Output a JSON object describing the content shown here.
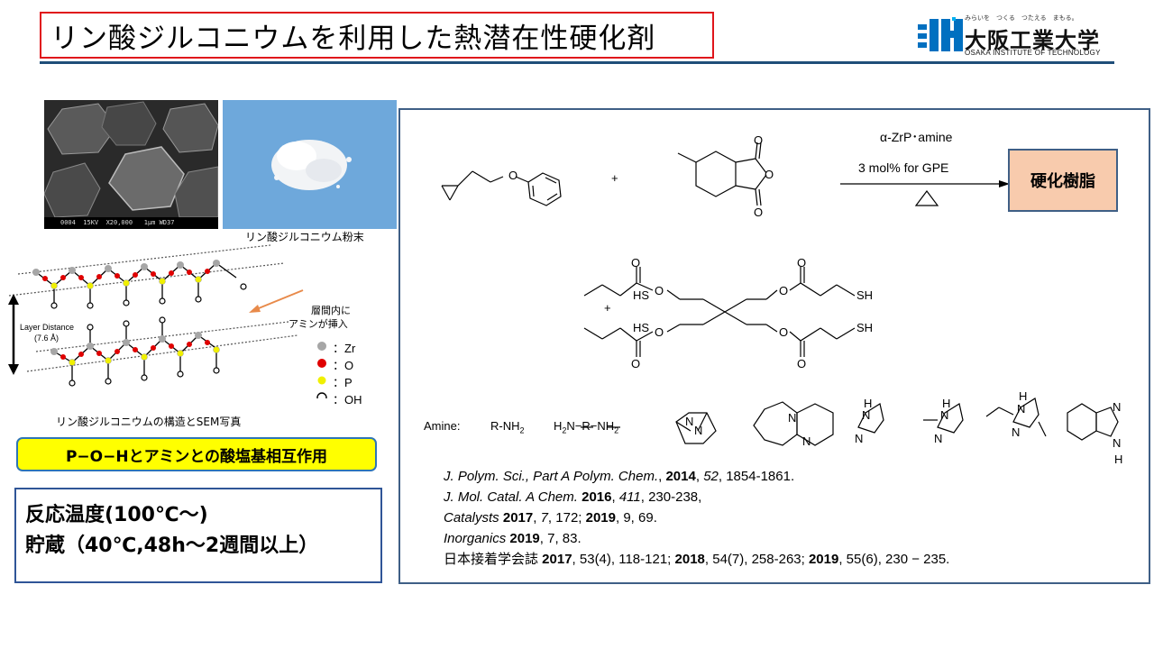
{
  "title": "リン酸ジルコニウムを利用した熱潜在性硬化剤",
  "logo": {
    "tagline": "みらいを　つくる　つたえる　まもる。",
    "name": "大阪工業大学",
    "name_en": "OSAKA INSTITUTE OF TECHNOLOGY"
  },
  "sem_photo": {
    "info_bar": "0004  15KV  X20,000   1μm WD37"
  },
  "powder_caption": "リン酸ジルコニウム粉末",
  "structure": {
    "layer_label": "Layer Distance",
    "layer_value": "(7.6 Å)",
    "arrow_label_1": "層間内に",
    "arrow_label_2": "アミンが挿入",
    "legend": [
      {
        "symbol": "gray-dot-icon",
        "color": "#9e9e9e",
        "label": "：Zr"
      },
      {
        "symbol": "red-dot-icon",
        "color": "#e00000",
        "label": "：O"
      },
      {
        "symbol": "yellow-dot-icon",
        "color": "#e8e800",
        "label": "：P"
      },
      {
        "symbol": "open-circle-icon",
        "color": "#ffffff",
        "label": "：OH"
      }
    ],
    "caption": "リン酸ジルコニウムの構造とSEM写真"
  },
  "highlight": "P−O−Hとアミンとの酸塩基相互作用",
  "conditions": {
    "line1": "反応温度(100℃～)",
    "line2": "貯蔵（40℃,48h～2週間以上）"
  },
  "reaction": {
    "plus": "+",
    "catalyst": "α-ZrP･amine",
    "amount": "3 mol% for GPE",
    "product": "硬化樹脂",
    "epoxide_O": "O",
    "anhydride_O": "O",
    "thiol_SH": "SH",
    "thiol_HS": "HS",
    "thiol_O": "O",
    "amine_label": "Amine:",
    "amine_1": "R-NH",
    "amine_2": "H",
    "amine_2b": "N−R−NH",
    "sub_2": "2",
    "atom_N": "N",
    "atom_H": "H"
  },
  "references": [
    {
      "parts": [
        {
          "t": "J. Polym. Sci., Part A Polym. Chem.",
          "s": "i"
        },
        {
          "t": ", "
        },
        {
          "t": "2014",
          "s": "b"
        },
        {
          "t": ", "
        },
        {
          "t": "52",
          "s": "i"
        },
        {
          "t": ", 1854-1861."
        }
      ]
    },
    {
      "parts": [
        {
          "t": "J. Mol. Catal. A Chem.",
          "s": "i"
        },
        {
          "t": " "
        },
        {
          "t": "2016",
          "s": "b"
        },
        {
          "t": ", "
        },
        {
          "t": "411",
          "s": "i"
        },
        {
          "t": ", 230-238,"
        }
      ]
    },
    {
      "parts": [
        {
          "t": "Catalysts",
          "s": "i"
        },
        {
          "t": " "
        },
        {
          "t": "2017",
          "s": "b"
        },
        {
          "t": ", "
        },
        {
          "t": "7",
          "s": "i"
        },
        {
          "t": ", 172; "
        },
        {
          "t": "2019",
          "s": "b"
        },
        {
          "t": ", 9, 69."
        }
      ]
    },
    {
      "parts": [
        {
          "t": "Inorganics",
          "s": "i"
        },
        {
          "t": " "
        },
        {
          "t": "2019",
          "s": "b"
        },
        {
          "t": ", 7, 83."
        }
      ]
    },
    {
      "parts": [
        {
          "t": "日本接着学会誌 "
        },
        {
          "t": "2017",
          "s": "b"
        },
        {
          "t": ", 53(4), 118-121; "
        },
        {
          "t": "2018",
          "s": "b"
        },
        {
          "t": ", 54(7), 258-263; "
        },
        {
          "t": "2019",
          "s": "b"
        },
        {
          "t": ", 55(6), 230 − 235."
        }
      ]
    }
  ]
}
